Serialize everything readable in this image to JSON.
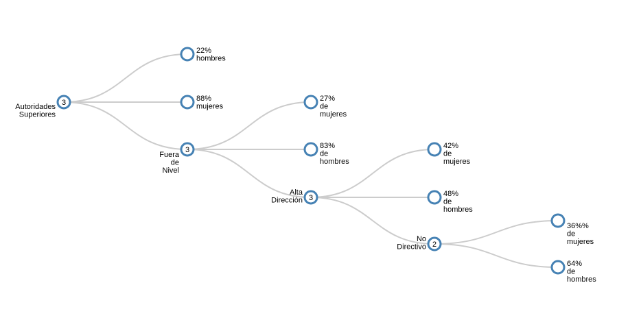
{
  "tree": {
    "nodes": [
      {
        "id": "root",
        "lines": [
          "Autoridades",
          "Superiores"
        ],
        "count": "3",
        "side": "left",
        "align": "middle"
      },
      {
        "id": "r1",
        "lines": [
          "22%",
          "hombres"
        ],
        "side": "right"
      },
      {
        "id": "r2",
        "lines": [
          "88%",
          "mujeres"
        ],
        "side": "right"
      },
      {
        "id": "fn",
        "lines": [
          "Fuera",
          "de",
          "Nivel"
        ],
        "count": "3",
        "side": "left",
        "align": "below"
      },
      {
        "id": "fn1",
        "lines": [
          "27%",
          "de",
          "mujeres"
        ],
        "side": "right"
      },
      {
        "id": "fn2",
        "lines": [
          "83%",
          "de",
          "hombres"
        ],
        "side": "right"
      },
      {
        "id": "ad",
        "lines": [
          "Alta",
          "Dirección"
        ],
        "count": "3",
        "side": "left",
        "align": "middle"
      },
      {
        "id": "ad1",
        "lines": [
          "42%",
          "de",
          "mujeres"
        ],
        "side": "right"
      },
      {
        "id": "ad2",
        "lines": [
          "48%",
          "de",
          "hombres"
        ],
        "side": "right"
      },
      {
        "id": "nd",
        "lines": [
          "No",
          "Directivo"
        ],
        "count": "2",
        "side": "left",
        "align": "middle"
      },
      {
        "id": "nd1",
        "lines": [
          "36%%",
          "de",
          "mujeres"
        ],
        "side": "right",
        "align": "below"
      },
      {
        "id": "nd2",
        "lines": [
          "64%",
          "de",
          "hombres"
        ],
        "side": "right"
      }
    ],
    "links": [
      [
        "root",
        "r1"
      ],
      [
        "root",
        "r2"
      ],
      [
        "root",
        "fn"
      ],
      [
        "fn",
        "fn1"
      ],
      [
        "fn",
        "fn2"
      ],
      [
        "fn",
        "ad"
      ],
      [
        "ad",
        "ad1"
      ],
      [
        "ad",
        "ad2"
      ],
      [
        "ad",
        "nd"
      ],
      [
        "nd",
        "nd1"
      ],
      [
        "nd",
        "nd2"
      ]
    ]
  }
}
